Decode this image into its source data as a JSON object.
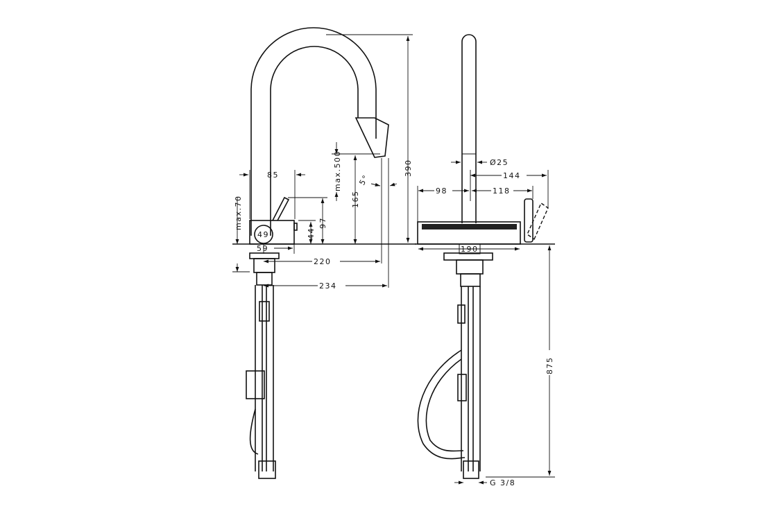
{
  "drawing": {
    "side_view": {
      "dimensions": {
        "lever_reach": "85",
        "lever_clearance": "max.70",
        "body_diameter": "49",
        "body_offset": "59",
        "body_height": "44",
        "lever_height": "97",
        "pull_out": "max.500",
        "spout_clearance": "165",
        "total_height": "390",
        "spout_reach": "220",
        "overall_reach": "234",
        "spray_angle": "5°"
      }
    },
    "front_view": {
      "dimensions": {
        "tube_diameter": "Ø25",
        "lever_swing": "144",
        "plate_left": "98",
        "plate_right": "118",
        "plate_width": "190",
        "hose_length": "875",
        "connection": "G 3/8"
      }
    }
  }
}
